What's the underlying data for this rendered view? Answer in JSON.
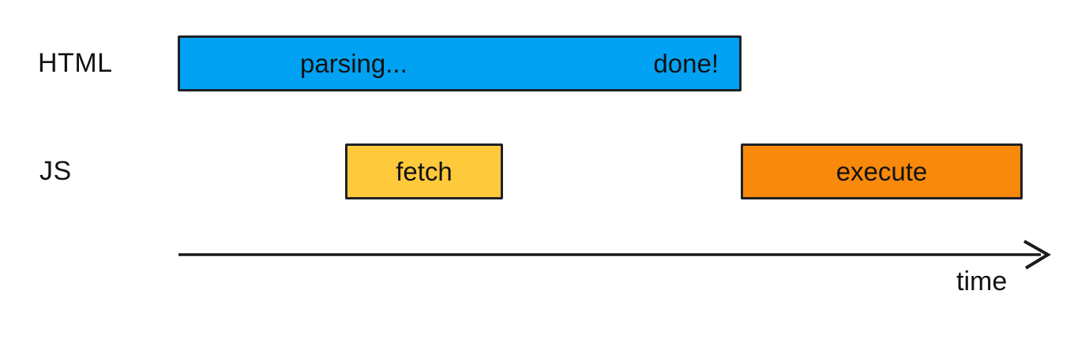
{
  "rows": {
    "html": {
      "label": "HTML",
      "bar": {
        "text_left": "parsing...",
        "text_right": "done!"
      }
    },
    "js": {
      "label": "JS",
      "bars": [
        {
          "text": "fetch"
        },
        {
          "text": "execute"
        }
      ]
    }
  },
  "axis": {
    "label": "time"
  },
  "colors": {
    "parsing_bar": "#01a2f3",
    "fetch_bar": "#ffc93c",
    "execute_bar": "#f8890b",
    "outline": "#1e2127",
    "arrow": "#1a1a1a",
    "text": "#121212",
    "background": "#ffffff"
  }
}
